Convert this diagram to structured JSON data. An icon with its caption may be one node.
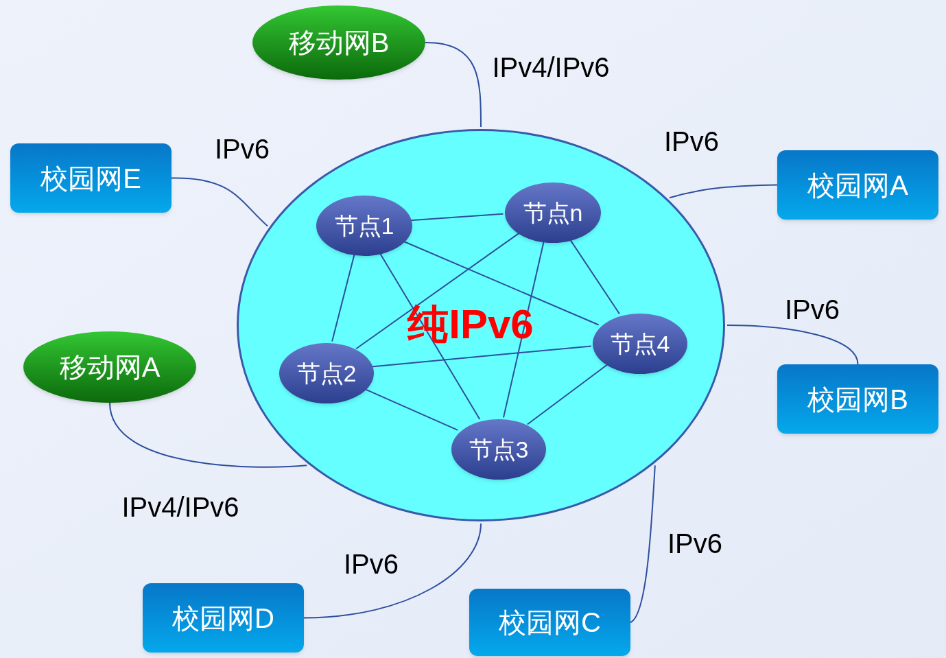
{
  "diagram": {
    "nodes": [
      {
        "text": [
          "纯IPv6"
        ]
      },
      {
        "text": [
          "节点1"
        ],
        "in": 0
      },
      {
        "text": [
          "节点n"
        ],
        "in": 0
      },
      {
        "text": [
          "节点2"
        ],
        "in": 0
      },
      {
        "text": [
          "节点4"
        ],
        "in": 0
      },
      {
        "text": [
          "节点3"
        ],
        "in": 0
      },
      {
        "text": [
          "移动网B"
        ]
      },
      {
        "text": [
          "校园网E"
        ]
      },
      {
        "text": [
          "校园网A"
        ]
      },
      {
        "text": [
          "校园网B"
        ]
      },
      {
        "text": [
          "移动网A"
        ]
      },
      {
        "text": [
          "校园网D"
        ]
      },
      {
        "text": [
          "校园网C"
        ]
      }
    ],
    "edges": [
      {
        "from": 1,
        "to": 2,
        "arrow": "none"
      },
      {
        "from": 1,
        "to": 3,
        "arrow": "none"
      },
      {
        "from": 1,
        "to": 4,
        "arrow": "none"
      },
      {
        "from": 1,
        "to": 5,
        "arrow": "none"
      },
      {
        "from": 2,
        "to": 3,
        "arrow": "none"
      },
      {
        "from": 2,
        "to": 5,
        "arrow": "none"
      },
      {
        "from": 2,
        "to": 4,
        "arrow": "none"
      },
      {
        "from": 3,
        "to": 4,
        "arrow": "none"
      },
      {
        "from": 3,
        "to": 5,
        "arrow": "none"
      },
      {
        "from": 4,
        "to": 5,
        "arrow": "none"
      },
      {
        "from": 6,
        "to": 0,
        "label": "IPv4/IPv6",
        "arrow": "none"
      },
      {
        "from": 7,
        "to": 0,
        "label": "IPv6",
        "arrow": "none"
      },
      {
        "from": 8,
        "to": 0,
        "label": "IPv6",
        "arrow": "none"
      },
      {
        "from": 9,
        "to": 0,
        "label": "IPv6",
        "arrow": "none"
      },
      {
        "from": 10,
        "to": 0,
        "label": "IPv4/IPv6",
        "arrow": "none"
      },
      {
        "from": 11,
        "to": 0,
        "label": "IPv6",
        "arrow": "none"
      },
      {
        "from": 12,
        "to": 0,
        "label": "IPv6",
        "arrow": "none"
      }
    ]
  }
}
